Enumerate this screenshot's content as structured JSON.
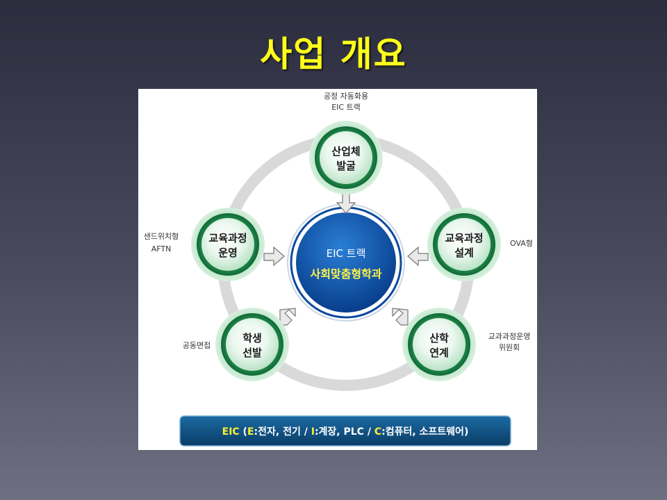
{
  "title": "사업 개요",
  "hub": {
    "line1": "EIC 트랙",
    "line2": "사회맞춤형학과"
  },
  "nodes": [
    {
      "line1": "산업체",
      "line2": "발굴",
      "note1": "공정 자동화용",
      "note2": "EIC 트랙"
    },
    {
      "line1": "교육과정",
      "line2": "설계",
      "note1": "OVA형",
      "note2": ""
    },
    {
      "line1": "산학",
      "line2": "연계",
      "note1": "교과과정운영",
      "note2": "위원회"
    },
    {
      "line1": "학생",
      "line2": "선발",
      "note1": "공동면접",
      "note2": ""
    },
    {
      "line1": "교육과정",
      "line2": "운영",
      "note1": "샌드위치형",
      "note2": "AFTN"
    }
  ],
  "footer": {
    "eic": "EIC",
    "open": " (",
    "e_key": "E",
    "e_val": ":전자, 전기 / ",
    "i_key": "I",
    "i_val": ":계장, PLC / ",
    "c_key": "C",
    "c_val": ":컴퓨터, 소프트웨어)"
  },
  "colors": {
    "title": "#ffff1a",
    "node_green": "#1f8a4c",
    "hub_blue": "#0d4aa0",
    "footer_bar": "#0f4a78"
  }
}
